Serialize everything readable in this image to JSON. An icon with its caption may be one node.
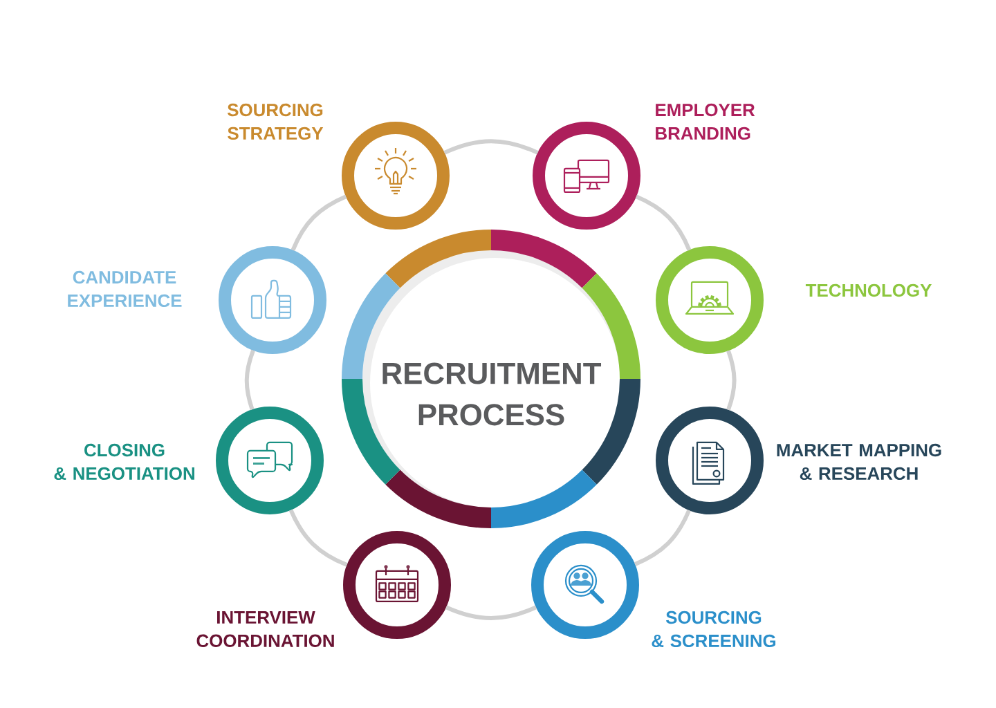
{
  "diagram": {
    "nodes": [
      {
        "text": [
          "RECRUITMENT PROCESS"
        ]
      },
      {
        "text": [],
        "shape": "circle",
        "beside": [
          "SOURCING STRATEGY"
        ]
      },
      {
        "text": [],
        "shape": "circle",
        "beside": [
          "EMPLOYER BRANDING"
        ]
      },
      {
        "text": [],
        "shape": "circle",
        "beside": [
          "TECHNOLOGY"
        ]
      },
      {
        "text": [],
        "shape": "circle",
        "beside": [
          "MARKET MAPPING & RESEARCH"
        ]
      },
      {
        "text": [],
        "shape": "circle",
        "beside": [
          "SOURCING & SCREENING"
        ]
      },
      {
        "text": [],
        "shape": "circle",
        "beside": [
          "INTERVIEW COORDINATION"
        ]
      },
      {
        "text": [],
        "shape": "circle",
        "beside": [
          "CLOSING & NEGOTIATION"
        ]
      },
      {
        "text": [],
        "shape": "circle",
        "beside": [
          "CANDIDATE EXPERIENCE"
        ]
      }
    ],
    "edges": [
      {
        "from": 1,
        "to": 2,
        "arrow": "none"
      },
      {
        "from": 2,
        "to": 3,
        "arrow": "none"
      },
      {
        "from": 3,
        "to": 4,
        "arrow": "none"
      },
      {
        "from": 4,
        "to": 5,
        "arrow": "none"
      },
      {
        "from": 5,
        "to": 6,
        "arrow": "none"
      },
      {
        "from": 6,
        "to": 7,
        "arrow": "none"
      },
      {
        "from": 7,
        "to": 8,
        "arrow": "none"
      },
      {
        "from": 8,
        "to": 1,
        "arrow": "none"
      }
    ]
  }
}
